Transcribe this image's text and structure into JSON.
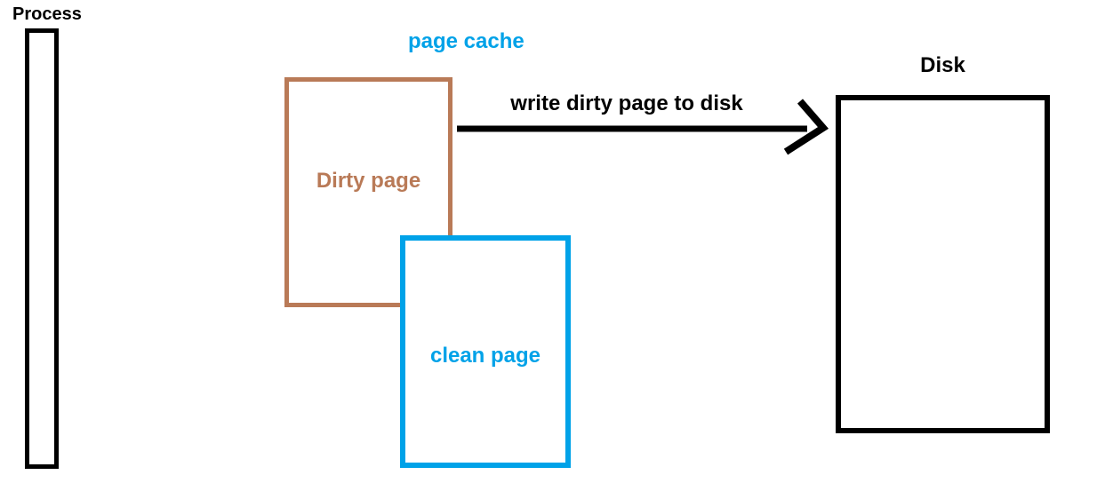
{
  "colors": {
    "black": "#000000",
    "brown": "#B97A57",
    "blue": "#00A2E8",
    "background": "#FFFFFF"
  },
  "nodes": {
    "process": {
      "label": "Process"
    },
    "page_cache": {
      "label": "page cache"
    },
    "dirty_page": {
      "label": "Dirty page"
    },
    "clean_page": {
      "label": "clean page"
    },
    "disk": {
      "label": "Disk"
    }
  },
  "arrow": {
    "label": "write dirty page to disk",
    "from": "dirty_page",
    "to": "disk",
    "direction": "right"
  }
}
